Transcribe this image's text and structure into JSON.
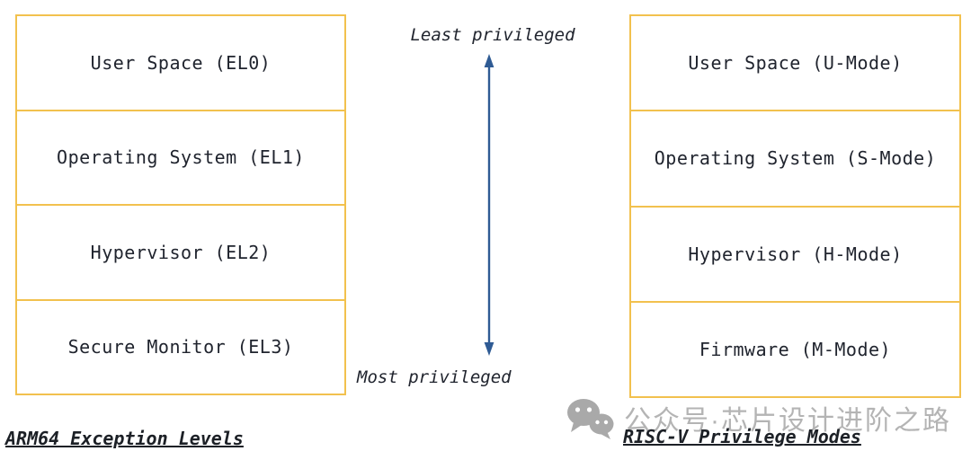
{
  "colors": {
    "box_border": "#f2c14e",
    "box_fill": "#ffffff",
    "text": "#20242e",
    "arrow": "#2f5b94",
    "watermark": "#b4b4b4"
  },
  "left_stack": {
    "caption": "ARM64 Exception Levels",
    "levels": [
      "User Space (EL0)",
      "Operating System (EL1)",
      "Hypervisor (EL2)",
      "Secure Monitor (EL3)"
    ]
  },
  "right_stack": {
    "caption": "RISC-V Privilege Modes",
    "levels": [
      "User Space (U-Mode)",
      "Operating System (S-Mode)",
      "Hypervisor (H-Mode)",
      "Firmware (M-Mode)"
    ]
  },
  "privilege_axis": {
    "top_label": "Least privileged",
    "bottom_label": "Most privileged"
  },
  "watermark": {
    "icon": "wechat-icon",
    "text": "公众号·芯片设计进阶之路"
  }
}
